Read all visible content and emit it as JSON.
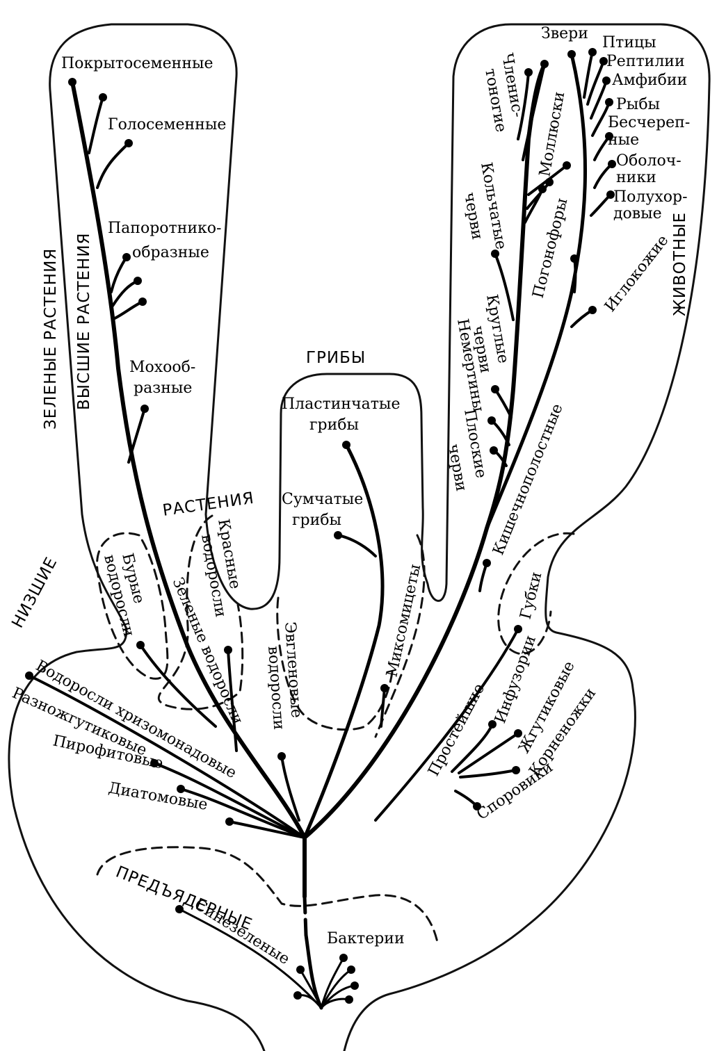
{
  "groups": {
    "zelenye_rasteniya": "ЗЕЛЕНЫЕ РАСТЕНИЯ",
    "vysshie_rasteniya": "ВЫСШИЕ РАСТЕНИЯ",
    "nizshie": "НИЗШИЕ",
    "rasteniya": "РАСТЕНИЯ",
    "griby": "ГРИБЫ",
    "zhivotnye": "ЖИВОТНЫЕ",
    "predyadernye": "ПРЕДЪЯДЕРНЫЕ"
  },
  "plants": {
    "pokrytosemennye": "Покрытосеменные",
    "golosemennye": "Голосеменные",
    "paporotnik_1": "Папоротнико-",
    "paporotnik_2": "образные",
    "mokh_1": "Мохооб-",
    "mokh_2": "разные",
    "burye_1": "Бурые",
    "burye_2": "водоросли",
    "krasnye_1": "Красные",
    "krasnye_2": "водоросли",
    "zelenye_vodorosli": "Зеленые водоросли",
    "evglenovye_1": "Эвгленовые",
    "evglenovye_2": "водоросли"
  },
  "algae": {
    "khrizomonadovye": "Водоросли хризомонадовые",
    "raznozhgutikovye": "Разножгутиковые",
    "pirofitovye": "Пирофитовые",
    "diatomovye": "Диатомовые"
  },
  "fungi": {
    "plastinchatye_1": "Пластинчатые",
    "plastinchatye_2": "грибы",
    "sumchatye_1": "Сумчатые",
    "sumchatye_2": "грибы",
    "miksomitsety": "Миксомицеты"
  },
  "animals": {
    "zveri": "Звери",
    "ptitsy": "Птицы",
    "reptilii": "Рептилии",
    "amfibii": "Амфибии",
    "ryby": "Рыбы",
    "beschereap_1": "Бесчереп-",
    "beschereap_2": "ные",
    "obolochniki_1": "Оболоч-",
    "obolochniki_2": "ники",
    "polukhordovye_1": "Полухор-",
    "polukhordovye_2": "довые",
    "chlenistonogie_1": "Членис-",
    "chlenistonogie_2": "тоногие",
    "mollyuski": "Моллюски",
    "kolchatye_1": "Кольчатые",
    "kolchatye_2": "черви",
    "pogonofory": "Погонофоры",
    "iglokozhie": "Иглокожие",
    "kruglye_1": "Круглые",
    "kruglye_2": "черви",
    "nemertiny": "Немертины",
    "ploskie_1": "Плоские",
    "ploskie_2": "черви",
    "kishechnopolostnye": "Кишечнополостные",
    "gubki": "Губки"
  },
  "protists": {
    "prosteyshie": "Простейшие",
    "infuzorii": "Инфузории",
    "zhgutikovye": "Жгутиковые",
    "kornenozhki": "Корненожки",
    "sporoviki": "Споровики"
  },
  "prokaryotes": {
    "bakterii": "Бактерии",
    "sinezelenye": "Синезеленые"
  }
}
